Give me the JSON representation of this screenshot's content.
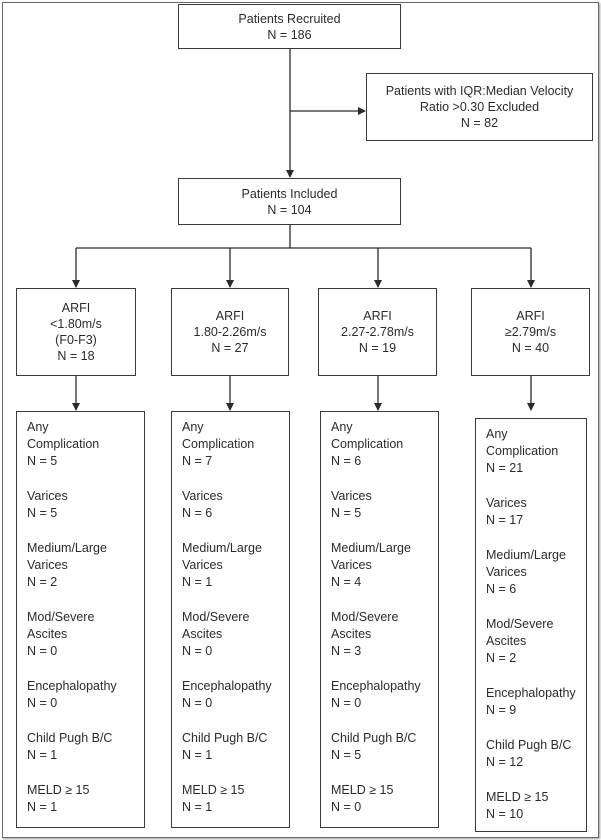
{
  "recruited": {
    "lines": [
      "Patients Recruited",
      "N = 186"
    ]
  },
  "excluded": {
    "lines": [
      "Patients with IQR:Median Velocity",
      "Ratio >0.30 Excluded",
      "N = 82"
    ]
  },
  "included": {
    "lines": [
      "Patients Included",
      "N = 104"
    ]
  },
  "groups": [
    {
      "arfi_lines": [
        "ARFI",
        "<1.80m/s",
        "(F0-F3)",
        "N = 18"
      ],
      "outcomes": [
        {
          "label": [
            "Any",
            "Complication"
          ],
          "n": "N = 5"
        },
        {
          "label": [
            "Varices"
          ],
          "n": "N = 5"
        },
        {
          "label": [
            "Medium/Large",
            "Varices"
          ],
          "n": "N = 2"
        },
        {
          "label": [
            "Mod/Severe",
            "Ascites"
          ],
          "n": "N = 0"
        },
        {
          "label": [
            "Encephalopathy"
          ],
          "n": "N = 0"
        },
        {
          "label": [
            "Child Pugh B/C"
          ],
          "n": "N = 1"
        },
        {
          "label": [
            "MELD ≥ 15"
          ],
          "n": "N = 1"
        }
      ]
    },
    {
      "arfi_lines": [
        "ARFI",
        "1.80-2.26m/s",
        "N = 27"
      ],
      "outcomes": [
        {
          "label": [
            "Any",
            "Complication"
          ],
          "n": "N = 7"
        },
        {
          "label": [
            "Varices"
          ],
          "n": "N = 6"
        },
        {
          "label": [
            "Medium/Large",
            "Varices"
          ],
          "n": "N = 1"
        },
        {
          "label": [
            "Mod/Severe",
            "Ascites"
          ],
          "n": "N = 0"
        },
        {
          "label": [
            "Encephalopathy"
          ],
          "n": "N = 0"
        },
        {
          "label": [
            "Child Pugh B/C"
          ],
          "n": "N = 1"
        },
        {
          "label": [
            "MELD ≥ 15"
          ],
          "n": "N = 1"
        }
      ]
    },
    {
      "arfi_lines": [
        "ARFI",
        "2.27-2.78m/s",
        "N = 19"
      ],
      "outcomes": [
        {
          "label": [
            "Any",
            "Complication"
          ],
          "n": "N = 6"
        },
        {
          "label": [
            "Varices"
          ],
          "n": "N = 5"
        },
        {
          "label": [
            "Medium/Large",
            "Varices"
          ],
          "n": "N = 4"
        },
        {
          "label": [
            "Mod/Severe",
            "Ascites"
          ],
          "n": "N = 3"
        },
        {
          "label": [
            "Encephalopathy"
          ],
          "n": "N = 0"
        },
        {
          "label": [
            "Child Pugh B/C"
          ],
          "n": "N = 5"
        },
        {
          "label": [
            "MELD ≥ 15"
          ],
          "n": "N = 0"
        }
      ]
    },
    {
      "arfi_lines": [
        "ARFI",
        "≥2.79m/s",
        "N = 40"
      ],
      "outcomes": [
        {
          "label": [
            "Any",
            "Complication"
          ],
          "n": "N = 21"
        },
        {
          "label": [
            "Varices"
          ],
          "n": "N = 17"
        },
        {
          "label": [
            "Medium/Large",
            "Varices"
          ],
          "n": "N = 6"
        },
        {
          "label": [
            "Mod/Severe",
            "Ascites"
          ],
          "n": "N = 2"
        },
        {
          "label": [
            "Encephalopathy"
          ],
          "n": "N = 9"
        },
        {
          "label": [
            "Child Pugh B/C"
          ],
          "n": "N = 12"
        },
        {
          "label": [
            "MELD ≥ 15"
          ],
          "n": "N = 10"
        }
      ]
    }
  ]
}
